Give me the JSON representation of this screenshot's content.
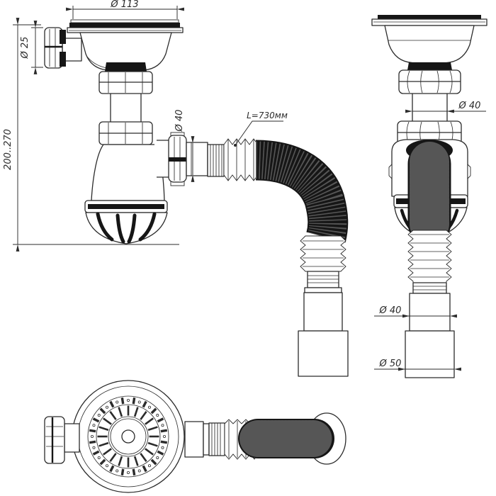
{
  "drawing": {
    "colors": {
      "background": "#ffffff",
      "line": "#2b2b2b",
      "dark": "#161616"
    },
    "views": {
      "side_view": {
        "name": "side view",
        "dims": {
          "flange_diameter": "Ø 113",
          "overflow_diameter": "Ø 25",
          "height_range": "200..270",
          "outlet_diameter": "Ø 40",
          "hose_length": "L=730мм"
        }
      },
      "front_view": {
        "name": "front view",
        "dims": {
          "outlet_diameter": "Ø 40",
          "adapter_diameter_top": "Ø 40",
          "adapter_diameter_bottom": "Ø 50"
        }
      },
      "top_view": {
        "name": "top view"
      }
    }
  }
}
